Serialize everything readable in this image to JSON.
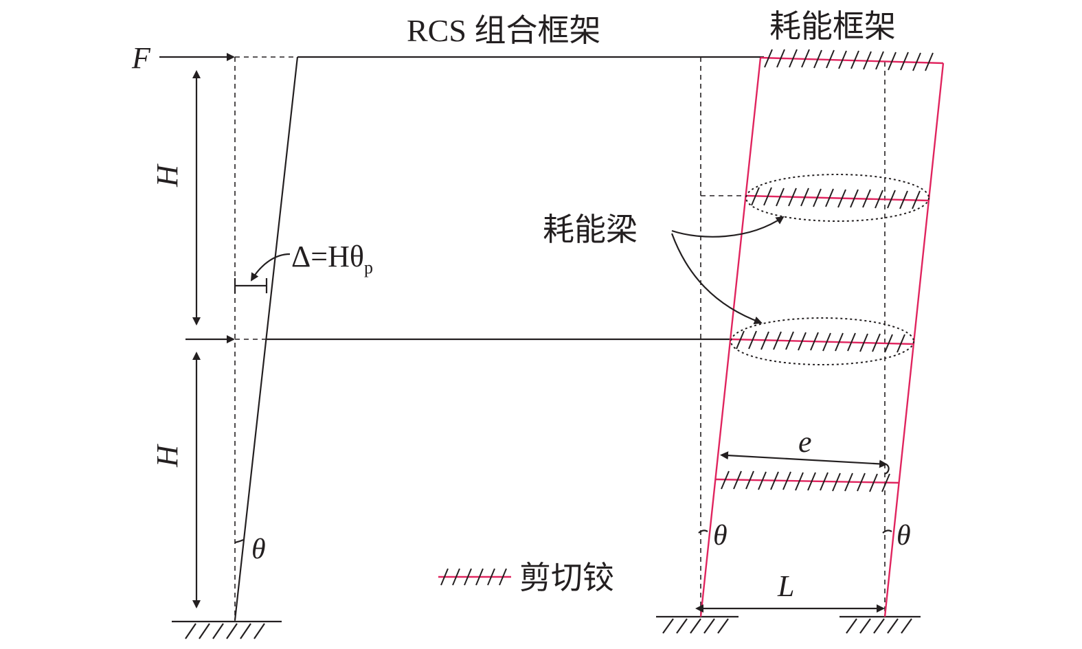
{
  "labels": {
    "rcs_frame": "RCS 组合框架",
    "energy_frame": "耗能框架",
    "force": "F",
    "height_upper": "H",
    "height_lower": "H",
    "drift_formula": "Δ=Hθ",
    "drift_subscript": "p",
    "theta_left": "θ",
    "theta_mid": "θ",
    "theta_right": "θ",
    "link_beam": "耗能梁",
    "link_length": "e",
    "bay_width": "L",
    "legend_shear_hinge": "剪切铰"
  },
  "colors": {
    "line": "#231f20",
    "energy_frame": "#e0245e"
  }
}
